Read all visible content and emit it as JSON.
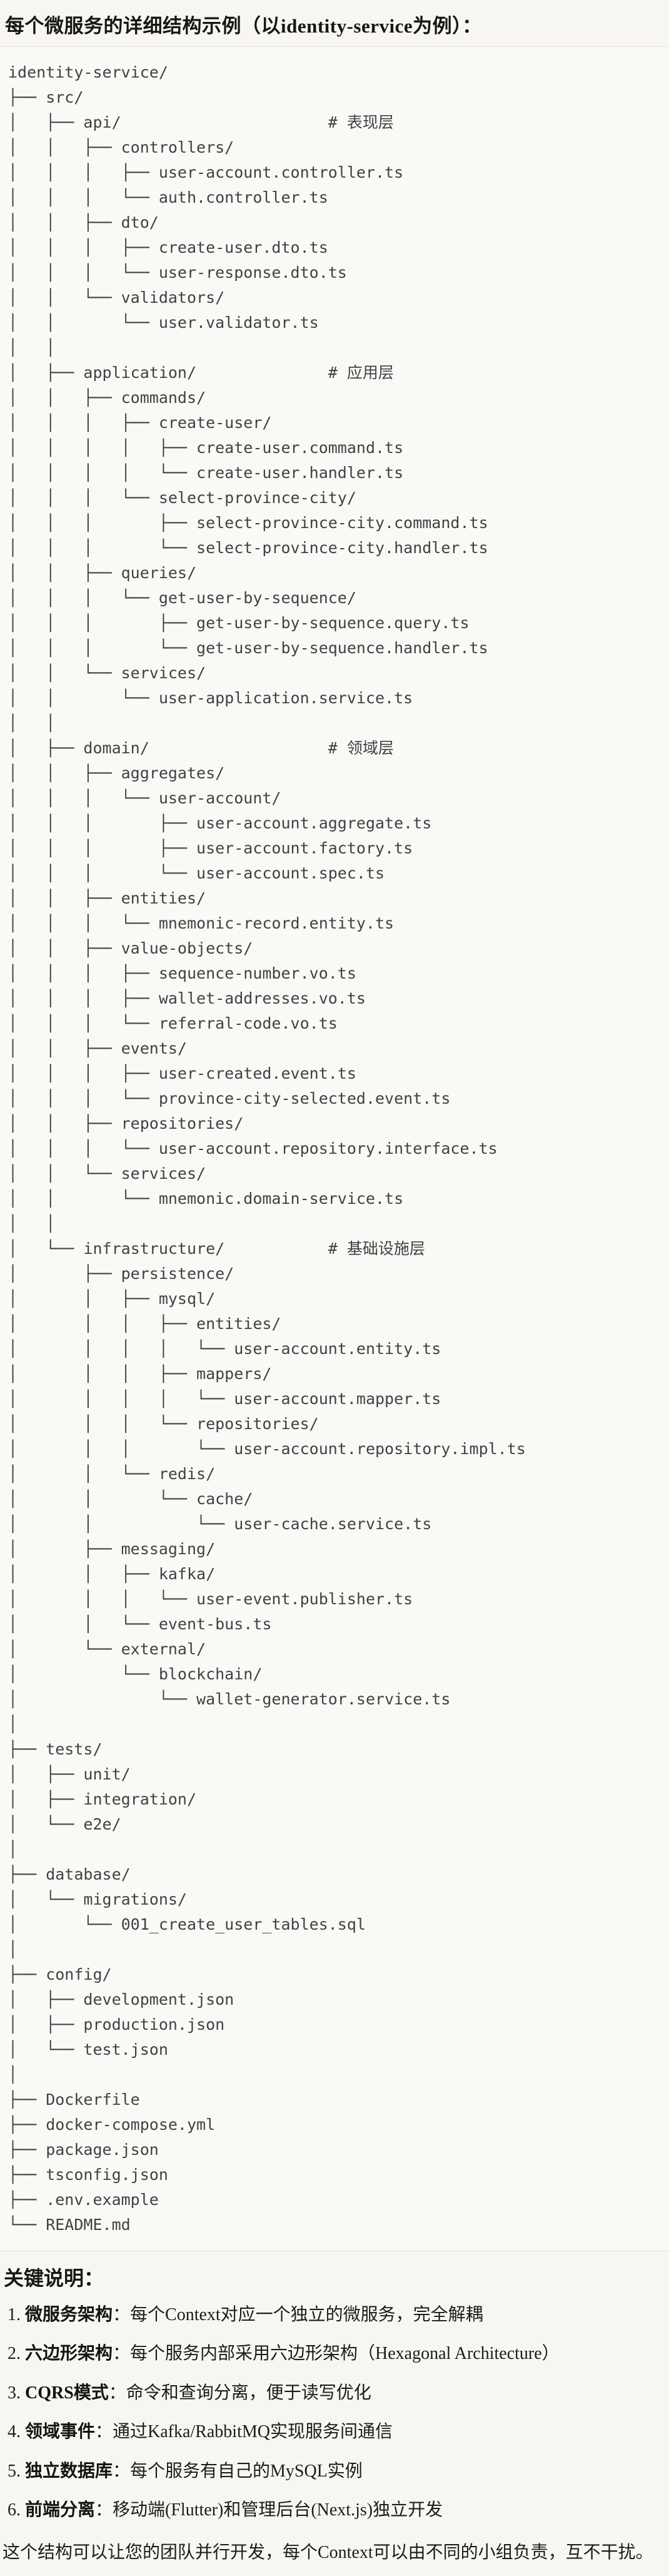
{
  "title": "每个微服务的详细结构示例（以identity-service为例）：",
  "tree": {
    "lines": [
      "identity-service/",
      "├── src/",
      "│   ├── api/                      # 表现层",
      "│   │   ├── controllers/",
      "│   │   │   ├── user-account.controller.ts",
      "│   │   │   └── auth.controller.ts",
      "│   │   ├── dto/",
      "│   │   │   ├── create-user.dto.ts",
      "│   │   │   └── user-response.dto.ts",
      "│   │   └── validators/",
      "│   │       └── user.validator.ts",
      "│   │",
      "│   ├── application/              # 应用层",
      "│   │   ├── commands/",
      "│   │   │   ├── create-user/",
      "│   │   │   │   ├── create-user.command.ts",
      "│   │   │   │   └── create-user.handler.ts",
      "│   │   │   └── select-province-city/",
      "│   │   │       ├── select-province-city.command.ts",
      "│   │   │       └── select-province-city.handler.ts",
      "│   │   ├── queries/",
      "│   │   │   └── get-user-by-sequence/",
      "│   │   │       ├── get-user-by-sequence.query.ts",
      "│   │   │       └── get-user-by-sequence.handler.ts",
      "│   │   └── services/",
      "│   │       └── user-application.service.ts",
      "│   │",
      "│   ├── domain/                   # 领域层",
      "│   │   ├── aggregates/",
      "│   │   │   └── user-account/",
      "│   │   │       ├── user-account.aggregate.ts",
      "│   │   │       ├── user-account.factory.ts",
      "│   │   │       └── user-account.spec.ts",
      "│   │   ├── entities/",
      "│   │   │   └── mnemonic-record.entity.ts",
      "│   │   ├── value-objects/",
      "│   │   │   ├── sequence-number.vo.ts",
      "│   │   │   ├── wallet-addresses.vo.ts",
      "│   │   │   └── referral-code.vo.ts",
      "│   │   ├── events/",
      "│   │   │   ├── user-created.event.ts",
      "│   │   │   └── province-city-selected.event.ts",
      "│   │   ├── repositories/",
      "│   │   │   └── user-account.repository.interface.ts",
      "│   │   └── services/",
      "│   │       └── mnemonic.domain-service.ts",
      "│   │",
      "│   └── infrastructure/           # 基础设施层",
      "│       ├── persistence/",
      "│       │   ├── mysql/",
      "│       │   │   ├── entities/",
      "│       │   │   │   └── user-account.entity.ts",
      "│       │   │   ├── mappers/",
      "│       │   │   │   └── user-account.mapper.ts",
      "│       │   │   └── repositories/",
      "│       │   │       └── user-account.repository.impl.ts",
      "│       │   └── redis/",
      "│       │       └── cache/",
      "│       │           └── user-cache.service.ts",
      "│       ├── messaging/",
      "│       │   ├── kafka/",
      "│       │   │   └── user-event.publisher.ts",
      "│       │   └── event-bus.ts",
      "│       └── external/",
      "│           └── blockchain/",
      "│               └── wallet-generator.service.ts",
      "│",
      "├── tests/",
      "│   ├── unit/",
      "│   ├── integration/",
      "│   └── e2e/",
      "│",
      "├── database/",
      "│   └── migrations/",
      "│       └── 001_create_user_tables.sql",
      "│",
      "├── config/",
      "│   ├── development.json",
      "│   ├── production.json",
      "│   └── test.json",
      "│",
      "├── Dockerfile",
      "├── docker-compose.yml",
      "├── package.json",
      "├── tsconfig.json",
      "├── .env.example",
      "└── README.md"
    ]
  },
  "notes": {
    "heading": "关键说明：",
    "items": [
      {
        "num": "1.",
        "label": "微服务架构",
        "text": "：每个Context对应一个独立的微服务，完全解耦"
      },
      {
        "num": "2.",
        "label": "六边形架构",
        "text": "：每个服务内部采用六边形架构（Hexagonal Architecture）"
      },
      {
        "num": "3.",
        "label": "CQRS模式",
        "text": "：命令和查询分离，便于读写优化"
      },
      {
        "num": "4.",
        "label": "领域事件",
        "text": "：通过Kafka/RabbitMQ实现服务间通信"
      },
      {
        "num": "5.",
        "label": "独立数据库",
        "text": "：每个服务有自己的MySQL实例"
      },
      {
        "num": "6.",
        "label": "前端分离",
        "text": "：移动端(Flutter)和管理后台(Next.js)独立开发"
      }
    ]
  },
  "closing": "这个结构可以让您的团队并行开发，每个Context可以由不同的小组负责，互不干扰。",
  "colors": {
    "page_background": "#f7f6f1",
    "code_background": "#faf9f5",
    "code_border": "#e4e2d9",
    "code_text": "#3e4246",
    "body_text": "#1d1c19"
  }
}
